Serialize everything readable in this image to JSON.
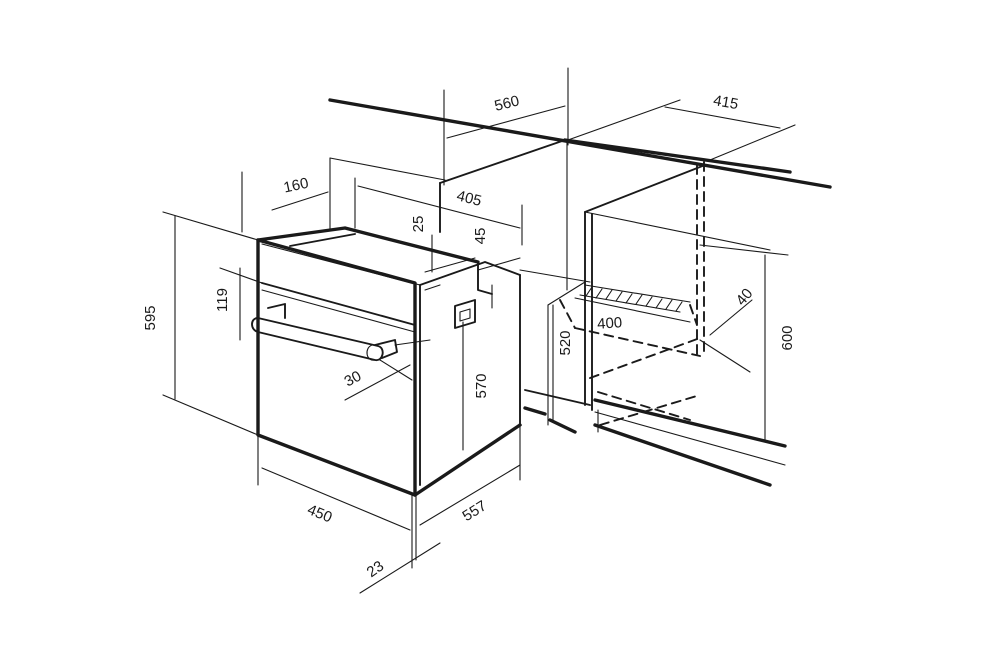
{
  "colors": {
    "ink": "#1a1a1a",
    "background": "#ffffff"
  },
  "dimensions": {
    "oven_width": "595",
    "oven_height": "450",
    "oven_depth": "557",
    "control_panel_height": "119",
    "top_depth": "160",
    "body_depth": "405",
    "top_gap": "25",
    "side_gap": "45",
    "handle_depth": "30",
    "body_height": "570",
    "door_thickness": "23",
    "niche_depth": "560",
    "niche_width": "415",
    "niche_height": "520",
    "opening_height": "600",
    "vent_width": "400",
    "vent_depth": "40"
  }
}
